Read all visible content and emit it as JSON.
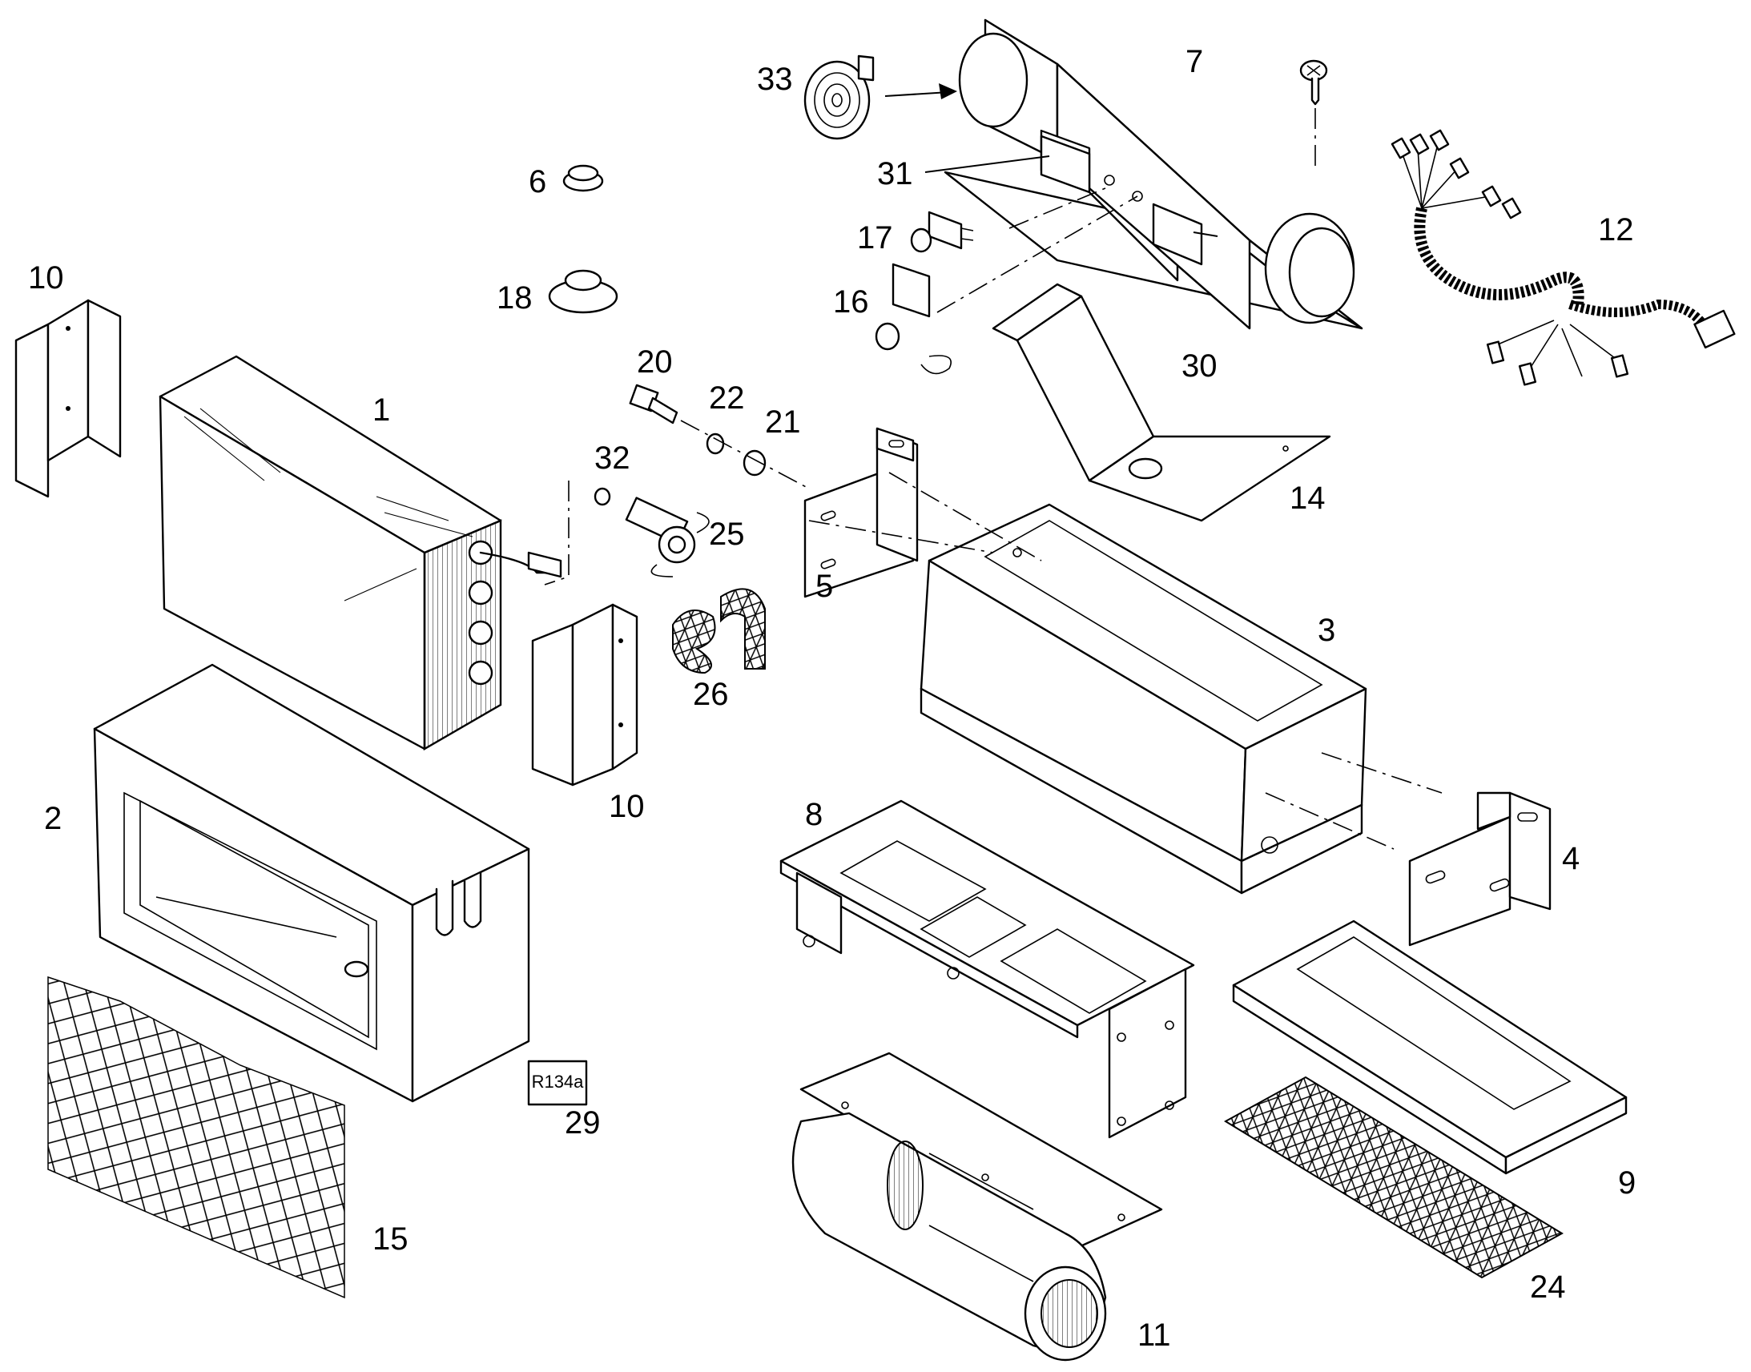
{
  "callouts": {
    "c1": "1",
    "c2": "2",
    "c3": "3",
    "c4": "4",
    "c5": "5",
    "c6": "6",
    "c7": "7",
    "c8": "8",
    "c9": "9",
    "c10a": "10",
    "c10b": "10",
    "c11": "11",
    "c12": "12",
    "c14": "14",
    "c15": "15",
    "c16": "16",
    "c17": "17",
    "c18": "18",
    "c20": "20",
    "c21": "21",
    "c22": "22",
    "c24": "24",
    "c25": "25",
    "c26": "26",
    "c29": "29",
    "c30": "30",
    "c31": "31",
    "c32": "32",
    "c33": "33"
  },
  "refrigerant_tag": "R134a"
}
